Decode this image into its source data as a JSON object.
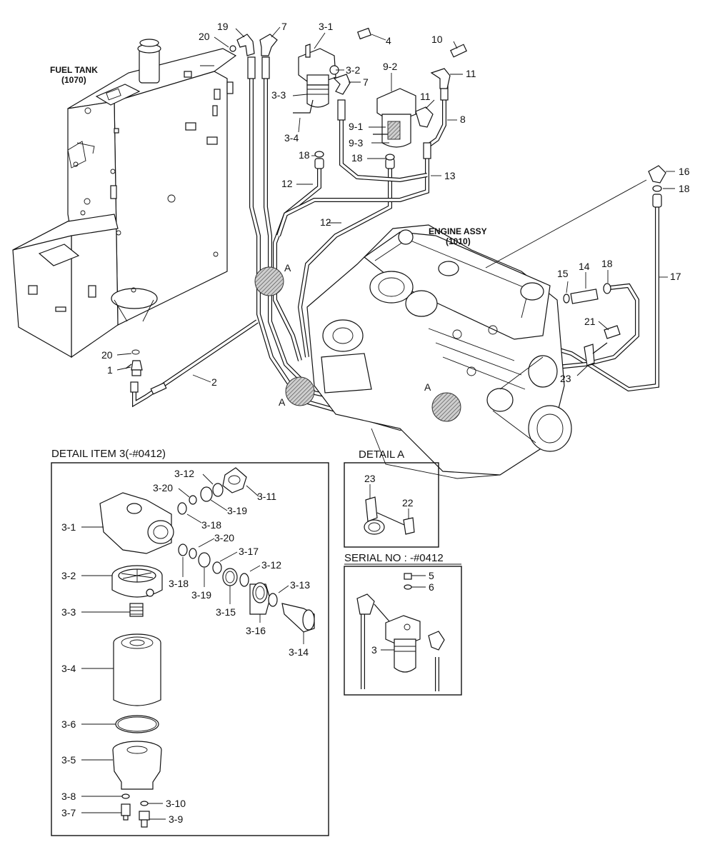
{
  "titles": {
    "fuel_tank": "FUEL TANK",
    "fuel_tank_code": "(1070)",
    "engine_assy": "ENGINE ASSY",
    "engine_code": "(1010)",
    "detail_item3": "DETAIL ITEM 3(-#0412)",
    "detail_a": "DETAIL  A",
    "serial_no": "SERIAL NO : -#0412"
  },
  "callouts": {
    "c1": "1",
    "c2": "2",
    "c20a": "20",
    "c20b": "20",
    "c19": "19",
    "c7a": "7",
    "c7b": "7",
    "c31": "3-1",
    "c32": "3-2",
    "c33": "3-3",
    "c34": "3-4",
    "c4": "4",
    "c10": "10",
    "c11a": "11",
    "c11b": "11",
    "c92": "9-2",
    "c91": "9-1",
    "c93": "9-3",
    "c8": "8",
    "c18a": "18",
    "c18b": "18",
    "c18c": "18",
    "c18d": "18",
    "c12a": "12",
    "c12b": "12",
    "c13": "13",
    "c16": "16",
    "c17": "17",
    "c15": "15",
    "c14": "14",
    "c21": "21",
    "c23": "23",
    "cA1": "A",
    "cA2": "A",
    "cA3": "A"
  },
  "detail3": {
    "d312a": "3-12",
    "d320a": "3-20",
    "d311": "3-11",
    "d319a": "3-19",
    "d318a": "3-18",
    "d31": "3-1",
    "d320b": "3-20",
    "d317": "3-17",
    "d312b": "3-12",
    "d313": "3-13",
    "d32": "3-2",
    "d318b": "3-18",
    "d319b": "3-19",
    "d315": "3-15",
    "d316": "3-16",
    "d314": "3-14",
    "d33": "3-3",
    "d34": "3-4",
    "d36": "3-6",
    "d35": "3-5",
    "d38": "3-8",
    "d310": "3-10",
    "d37": "3-7",
    "d39": "3-9"
  },
  "detailA": {
    "a23": "23",
    "a22": "22"
  },
  "serial": {
    "s5": "5",
    "s6": "6",
    "s3": "3"
  }
}
